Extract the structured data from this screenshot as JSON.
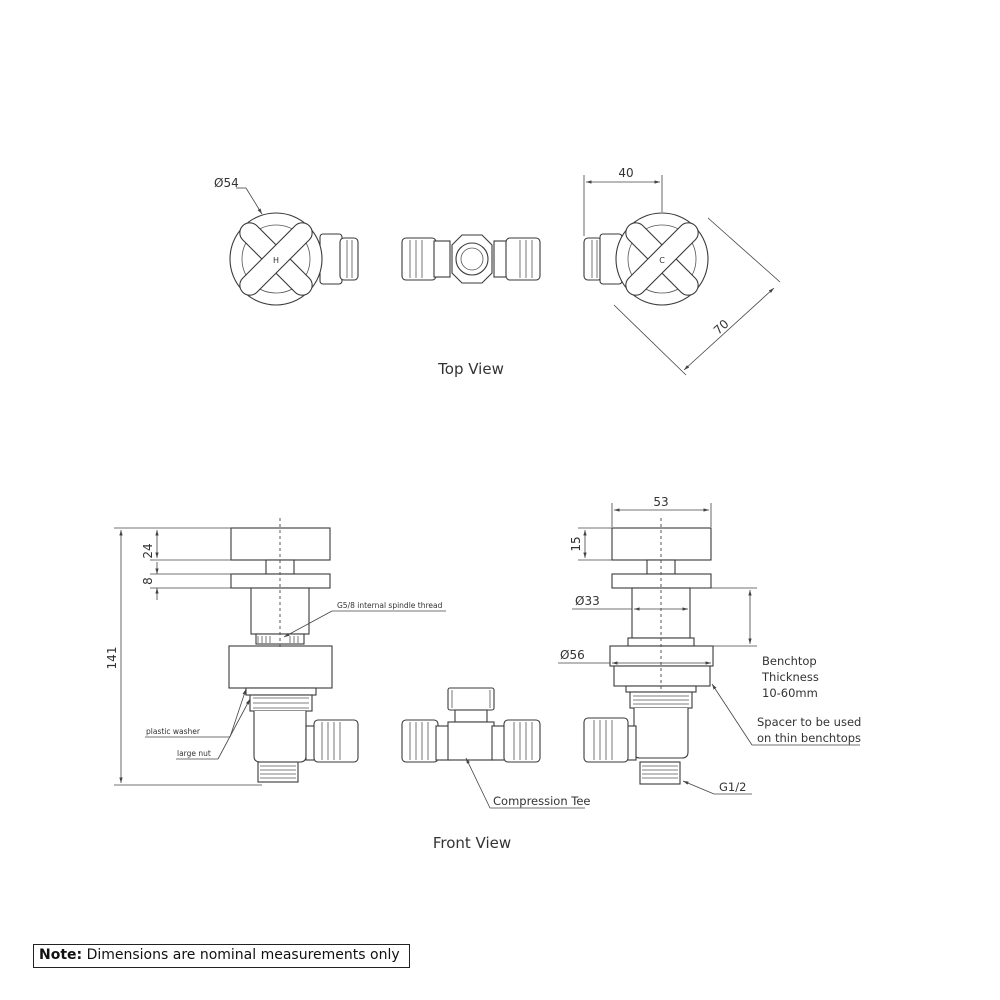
{
  "top_view": {
    "title": "Top View",
    "dim_handle_diameter": "Ø54",
    "dim_depth": "40",
    "dim_diagonal": "70",
    "hot_marker": "H",
    "cold_marker": "C"
  },
  "front_view": {
    "title": "Front View",
    "dim_overall_height": "141",
    "dim_handle_height": "24",
    "dim_collar_height": "8",
    "dim_handle_height_right": "15",
    "dim_handle_width": "53",
    "dim_body_diameter": "Ø33",
    "dim_flange_diameter": "Ø56",
    "label_spindle_thread": "G5/8 internal spindle thread",
    "label_plastic_washer": "plastic washer",
    "label_large_nut": "large nut",
    "label_compression_tee": "Compression Tee",
    "label_benchtop_thickness": [
      "Benchtop",
      "Thickness",
      "10-60mm"
    ],
    "label_spacer": [
      "Spacer to be used",
      "on thin benchtops"
    ],
    "label_thread": "G1/2"
  },
  "note": {
    "prefix": "Note:",
    "text": "Dimensions are nominal measurements only"
  }
}
